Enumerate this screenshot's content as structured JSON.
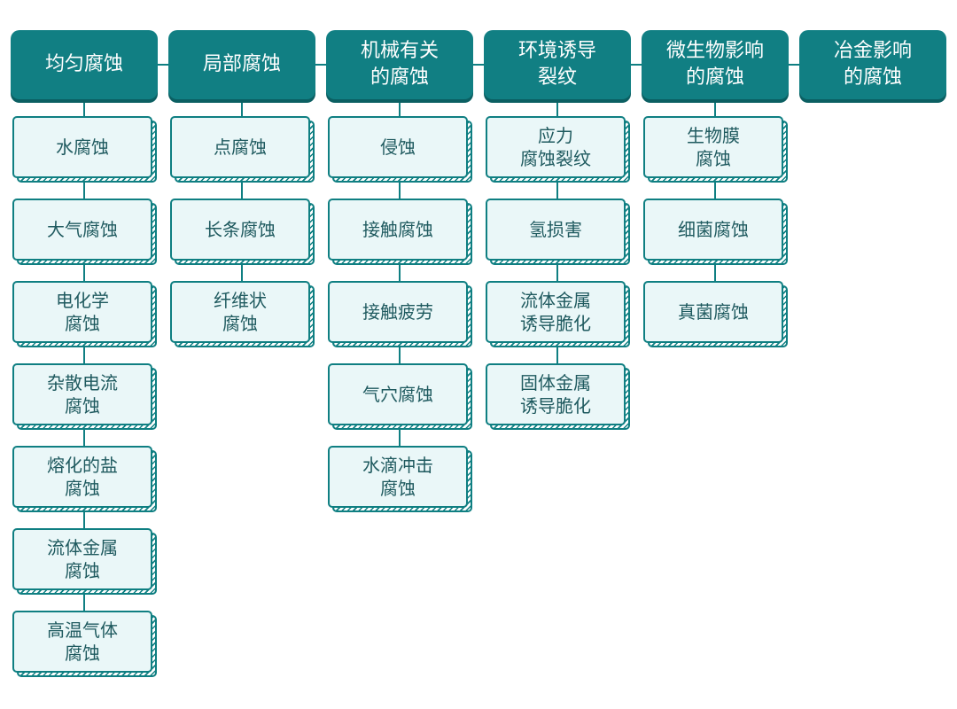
{
  "diagram": {
    "columns": [
      {
        "title": "均匀腐蚀",
        "items": [
          "水腐蚀",
          "大气腐蚀",
          "电化学\n腐蚀",
          "杂散电流\n腐蚀",
          "熔化的盐\n腐蚀",
          "流体金属\n腐蚀",
          "高温气体\n腐蚀"
        ]
      },
      {
        "title": "局部腐蚀",
        "items": [
          "点腐蚀",
          "长条腐蚀",
          "纤维状\n腐蚀"
        ]
      },
      {
        "title": "机械有关\n的腐蚀",
        "items": [
          "侵蚀",
          "接触腐蚀",
          "接触疲劳",
          "气穴腐蚀",
          "水滴冲击\n腐蚀"
        ]
      },
      {
        "title": "环境诱导\n裂纹",
        "items": [
          "应力\n腐蚀裂纹",
          "氢损害",
          "流体金属\n诱导脆化",
          "固体金属\n诱导脆化"
        ]
      },
      {
        "title": "微生物影响\n的腐蚀",
        "items": [
          "生物膜\n腐蚀",
          "细菌腐蚀",
          "真菌腐蚀"
        ]
      },
      {
        "title": "冶金影响\n的腐蚀",
        "items": []
      }
    ],
    "colors": {
      "header_fill": "#117f83",
      "header_text": "#ffffff",
      "node_fill": "#eaf7f8",
      "node_border": "#0f7f82",
      "node_text": "#1f5a5f",
      "connector": "#0f7f82"
    }
  }
}
